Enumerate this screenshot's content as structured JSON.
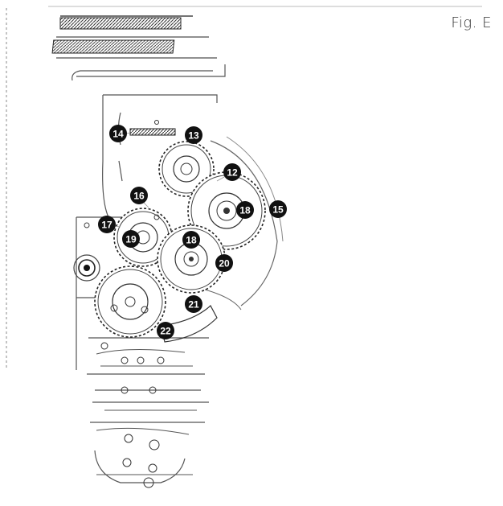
{
  "figure": {
    "label": "Fig. E"
  },
  "callouts": [
    {
      "number": "12"
    },
    {
      "number": "13"
    },
    {
      "number": "14"
    },
    {
      "number": "15"
    },
    {
      "number": "16"
    },
    {
      "number": "17"
    },
    {
      "number": "18"
    },
    {
      "number": "18"
    },
    {
      "number": "19"
    },
    {
      "number": "20"
    },
    {
      "number": "21"
    },
    {
      "number": "22"
    }
  ],
  "colors": {
    "ink": "#111111",
    "paper": "#ffffff"
  }
}
